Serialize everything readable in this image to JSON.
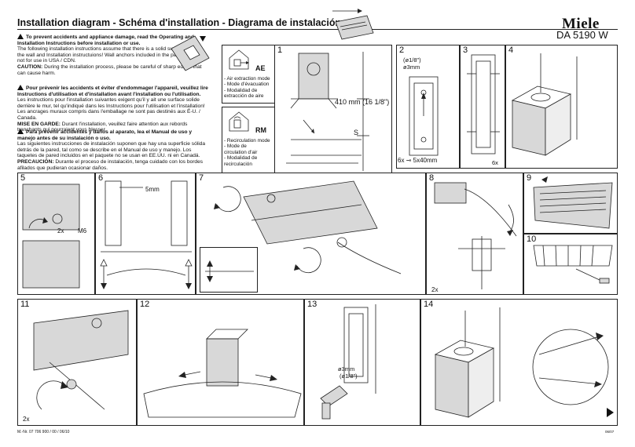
{
  "header": {
    "title": "Installation diagram  -  Schéma d'installation  -  Diagrama de instalación",
    "brand": "Miele",
    "model": "DA 5190 W"
  },
  "warnings": {
    "en": {
      "heading": "To prevent accidents and appliance damage, read the Operating and Installation Instructions before installation or use.",
      "body": "The following installation instructions assume that there is a solid surface behind the wall and Installation instructuions! Wall anchors included in the packaging are not for use in USA / CDN.",
      "caution_label": "CAUTION:",
      "caution": "During the installation process, please be careful of sharp edges that can cause harm."
    },
    "fr": {
      "heading": "Pour prévenir les accidents et éviter d'endommager l'appareil, veuillez lire Instructions d'utilisation et d'installation avant l'installation ou l'utilisation.",
      "body": "Les instructions pour l'installation suivantes exigent qu'il y ait une surface solide derrière le mur, tel qu'indiqué dans les Instructions pour l'utilisation et l'installation! Les ancrages muraux compris dans l'emballage ne sont pas destinés aux É-U. / Canada.",
      "caution_label": "MISE EN GARDE:",
      "caution": "Durant l'installation, veuillez faire attention aux rebords tranchants qui pourraient vous blesser."
    },
    "es": {
      "heading": "Para prevenir accidentes y daños al aparato, lea el Manual de uso y manejo antes de su instalación o uso.",
      "body": "Las siguientes instrucciones de instalación suponen que hay una superficie sólida detrás de la pared, tal como se describe en el Manual de uso y manejo. Los taquetes de pared incluidos en el paquete no se usan en EE.UU. ni en Canadá.",
      "caution_label": "PRECAUCIÓN:",
      "caution": "Durante el proceso de instalación, tenga cuidado con los bordes afilados que pudieran ocasionar daños."
    }
  },
  "modes": {
    "ae": {
      "code": "AE",
      "labels": [
        "- Air extraction mode",
        "- Mode d'évacuation",
        "- Modalidad de",
        "  extracción de aire"
      ]
    },
    "rm": {
      "code": "RM",
      "labels": [
        "- Recirculation mode",
        "- Mode de",
        "  circulation d'air",
        "- Modalidad de",
        "  recirculación"
      ]
    }
  },
  "steps": {
    "s1": {
      "num": "1",
      "dimension": "410 mm (16 1/8\")",
      "s_label": "S"
    },
    "s2": {
      "num": "2",
      "hole_top": "(ø1/8\")",
      "hole": "ø3mm",
      "qty": "6x",
      "screw": "5x40mm"
    },
    "s3": {
      "num": "3",
      "qty": "6x"
    },
    "s4": {
      "num": "4"
    },
    "s5": {
      "num": "5",
      "qty": "2x",
      "nut": "M6"
    },
    "s6": {
      "num": "6",
      "size": "5mm"
    },
    "s7": {
      "num": "7"
    },
    "s8": {
      "num": "8",
      "qty": "2x"
    },
    "s9": {
      "num": "9"
    },
    "s10": {
      "num": "10"
    },
    "s11": {
      "num": "11",
      "qty": "2x"
    },
    "s12": {
      "num": "12"
    },
    "s13": {
      "num": "13",
      "hole": "ø3mm",
      "hole_in": "(ø1/8\")"
    },
    "s14": {
      "num": "14"
    }
  },
  "footer": {
    "doc_number": "M.-Nr. 07 706 900 / 00 / 06/10",
    "code": "06/07"
  }
}
